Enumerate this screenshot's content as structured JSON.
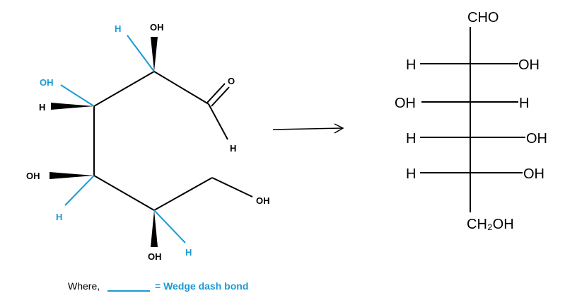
{
  "colors": {
    "ink": "#000000",
    "accent": "#1a9ad6"
  },
  "left_structure": {
    "labels": {
      "c2_h": "H",
      "c2_oh": "OH",
      "aldehyde_o": "O",
      "aldehyde_h": "H",
      "c3_oh": "OH",
      "c3_h": "H",
      "c4_oh": "OH",
      "c4_h": "H",
      "c5_oh": "OH",
      "c5_h": "H",
      "c6_oh": "OH"
    }
  },
  "fischer": {
    "top": "CHO",
    "bottom": "CH₂OH",
    "rows": [
      {
        "left": "H",
        "right": "OH"
      },
      {
        "left": "OH",
        "right": "H"
      },
      {
        "left": "H",
        "right": "OH"
      },
      {
        "left": "H",
        "right": "OH"
      }
    ]
  },
  "legend": {
    "prefix": "Where,",
    "blank": "________",
    "text": "= Wedge dash bond"
  }
}
